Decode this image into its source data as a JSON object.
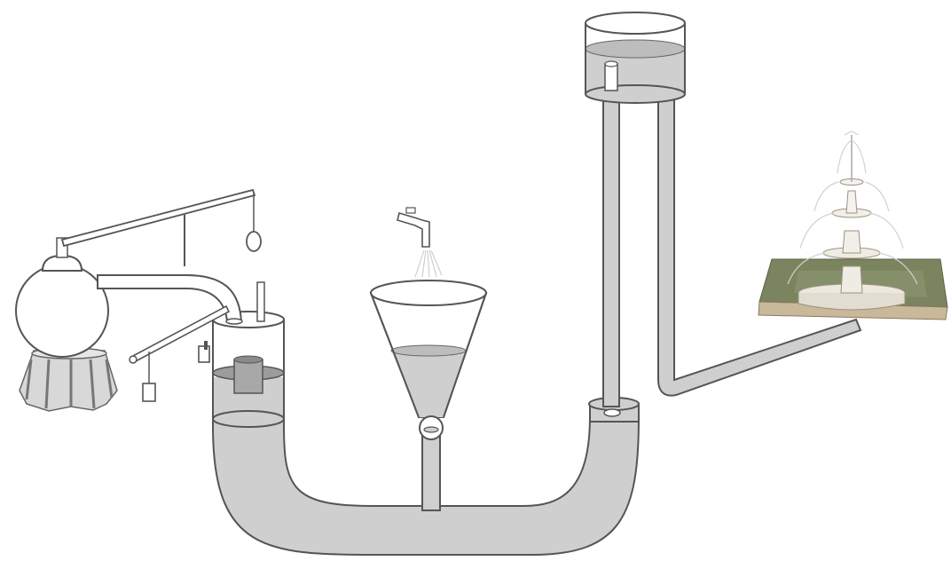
{
  "diagram": {
    "components": [
      {
        "id": "boiler",
        "icon": "spherical-boiler-icon"
      },
      {
        "id": "lever-weight",
        "icon": "lever-arm-weight-icon"
      },
      {
        "id": "piston-cylinder",
        "icon": "piston-cylinder-icon"
      },
      {
        "id": "funnel",
        "icon": "funnel-icon"
      },
      {
        "id": "faucet",
        "icon": "faucet-icon"
      },
      {
        "id": "u-pipe",
        "icon": "u-pipe-icon"
      },
      {
        "id": "elevated-tank",
        "icon": "elevated-water-tank-icon"
      },
      {
        "id": "fountain",
        "icon": "fountain-icon"
      }
    ],
    "colors": {
      "water": "#cfcfcf",
      "water_dark": "#b9b9b9",
      "line": "#555555",
      "grass": "#7a8560",
      "background": "#ffffff"
    },
    "text_labels": []
  }
}
